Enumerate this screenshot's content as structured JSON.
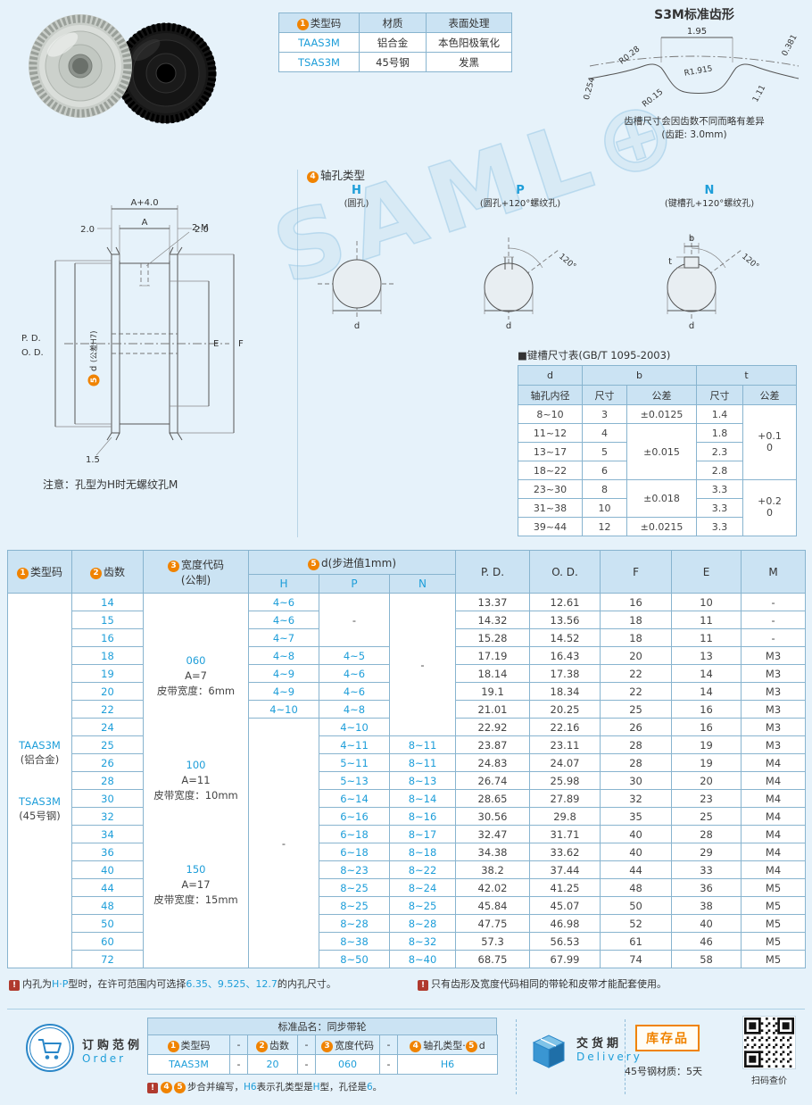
{
  "watermark": "SAML⊕",
  "top_table": {
    "headers": [
      [
        {
          "c": "cnum",
          "t": "1"
        },
        {
          "t": "类型码"
        }
      ],
      [
        {
          "t": "材质"
        }
      ],
      [
        {
          "t": "表面处理"
        }
      ]
    ],
    "rows": [
      [
        {
          "t": "TAAS3M",
          "c": "blue"
        },
        {
          "t": "铝合金"
        },
        {
          "t": "本色阳极氧化"
        }
      ],
      [
        {
          "t": "TSAS3M",
          "c": "blue"
        },
        {
          "t": "45号钢"
        },
        {
          "t": "发黑"
        }
      ]
    ]
  },
  "tooth_profile": {
    "title": "S3M标准齿形",
    "labels": {
      "w": "1.95",
      "tr": "0.381",
      "l": "0.254",
      "r028": "R0.28",
      "r1915": "R1.915",
      "r015": "R0.15",
      "v111": "1.11"
    },
    "note1": "齿槽尺寸会因齿数不同而略有差异",
    "note2": "(齿距: 3.0mm)"
  },
  "drawing": {
    "dims": {
      "a4": "A+4.0",
      "a": "A",
      "l2": "2.0",
      "r2": "2.0",
      "m2": "2-M",
      "pd": "P. D.",
      "od": "O. D.",
      "e": "E",
      "f": "F",
      "b15": "1.5",
      "num5": "5",
      "d": "d",
      "tol": "(公差H7)"
    },
    "note": "注意：孔型为H时无螺纹孔M"
  },
  "shaft_holes": {
    "title": [
      {
        "c": "cnum",
        "t": "4"
      },
      {
        "t": "轴孔类型"
      }
    ],
    "items": [
      {
        "letter": "H",
        "desc": "(圆孔)",
        "d": "d"
      },
      {
        "letter": "P",
        "desc": "(圆孔+120°螺纹孔)",
        "d": "d",
        "angle": "120°"
      },
      {
        "letter": "N",
        "desc": "(键槽孔+120°螺纹孔)",
        "d": "d",
        "angle": "120°",
        "b": "b",
        "t": "t"
      }
    ]
  },
  "keyway": {
    "title": "■键槽尺寸表(GB/T 1095-2003)",
    "h1": {
      "d": "d",
      "b": "b",
      "t": "t"
    },
    "h2": {
      "d": "轴孔内径",
      "size1": "尺寸",
      "tol1": "公差",
      "size2": "尺寸",
      "tol2": "公差"
    },
    "rows": [
      {
        "d": "8~10",
        "b": "3",
        "t": "1.4"
      },
      {
        "d": "11~12",
        "b": "4",
        "t": "1.8"
      },
      {
        "d": "13~17",
        "b": "5",
        "t": "2.3"
      },
      {
        "d": "18~22",
        "b": "6",
        "t": "2.8"
      },
      {
        "d": "23~30",
        "b": "8",
        "t": "3.3"
      },
      {
        "d": "31~38",
        "b": "10",
        "t": "3.3"
      },
      {
        "d": "39~44",
        "b": "12",
        "t": "3.3"
      }
    ],
    "b_tol": [
      {
        "start": 0,
        "span": 1,
        "text": "±0.0125"
      },
      {
        "start": 1,
        "span": 3,
        "text": "±0.015"
      },
      {
        "start": 4,
        "span": 2,
        "text": "±0.018"
      },
      {
        "start": 6,
        "span": 1,
        "text": "±0.0215"
      }
    ],
    "t_tol": [
      {
        "start": 0,
        "span": 4,
        "text": "+0.1\n0"
      },
      {
        "start": 4,
        "span": 3,
        "text": "+0.2\n0"
      }
    ]
  },
  "main_table": {
    "header": {
      "type": [
        {
          "c": "cnum",
          "t": "1"
        },
        {
          "t": "类型码"
        }
      ],
      "teeth": [
        {
          "c": "cnum",
          "t": "2"
        },
        {
          "t": "齿数"
        }
      ],
      "width1": [
        {
          "c": "cnum",
          "t": "3"
        },
        {
          "t": "宽度代码"
        }
      ],
      "width2": "(公制)",
      "d": [
        {
          "c": "cnum",
          "t": "5"
        },
        {
          "t": "d(步进值1mm)"
        }
      ],
      "sub": [
        "H",
        "P",
        "N"
      ],
      "pd": "P. D.",
      "od": "O. D.",
      "f": "F",
      "e": "E",
      "m": "M"
    },
    "type_groups": [
      {
        "code": "TAAS3M",
        "mat": "(铝合金)"
      },
      {
        "code": "TSAS3M",
        "mat": "(45号钢)"
      }
    ],
    "width_groups": [
      {
        "code": "060",
        "a": "A=7",
        "belt": "皮带宽度：6mm"
      },
      {
        "code": "100",
        "a": "A=11",
        "belt": "皮带宽度：10mm"
      },
      {
        "code": "150",
        "a": "A=17",
        "belt": "皮带宽度：15mm"
      }
    ],
    "merges": [
      {
        "col": "p",
        "start": 0,
        "span": 3,
        "text": "-"
      },
      {
        "col": "n",
        "start": 0,
        "span": 8,
        "text": "-"
      },
      {
        "col": "h",
        "start": 7,
        "span": 14,
        "text": "-"
      }
    ],
    "rows": [
      {
        "teeth": "14",
        "h": "4~6",
        "pd": "13.37",
        "od": "12.61",
        "f": "16",
        "e": "10",
        "m": "-"
      },
      {
        "teeth": "15",
        "h": "4~6",
        "pd": "14.32",
        "od": "13.56",
        "f": "18",
        "e": "11",
        "m": "-"
      },
      {
        "teeth": "16",
        "h": "4~7",
        "pd": "15.28",
        "od": "14.52",
        "f": "18",
        "e": "11",
        "m": "-"
      },
      {
        "teeth": "18",
        "h": "4~8",
        "p": "4~5",
        "pd": "17.19",
        "od": "16.43",
        "f": "20",
        "e": "13",
        "m": "M3"
      },
      {
        "teeth": "19",
        "h": "4~9",
        "p": "4~6",
        "pd": "18.14",
        "od": "17.38",
        "f": "22",
        "e": "14",
        "m": "M3"
      },
      {
        "teeth": "20",
        "h": "4~9",
        "p": "4~6",
        "pd": "19.1",
        "od": "18.34",
        "f": "22",
        "e": "14",
        "m": "M3"
      },
      {
        "teeth": "22",
        "h": "4~10",
        "p": "4~8",
        "pd": "21.01",
        "od": "20.25",
        "f": "25",
        "e": "16",
        "m": "M3"
      },
      {
        "teeth": "24",
        "p": "4~10",
        "pd": "22.92",
        "od": "22.16",
        "f": "26",
        "e": "16",
        "m": "M3"
      },
      {
        "teeth": "25",
        "p": "4~11",
        "n": "8~11",
        "pd": "23.87",
        "od": "23.11",
        "f": "28",
        "e": "19",
        "m": "M3"
      },
      {
        "teeth": "26",
        "p": "5~11",
        "n": "8~11",
        "pd": "24.83",
        "od": "24.07",
        "f": "28",
        "e": "19",
        "m": "M4"
      },
      {
        "teeth": "28",
        "p": "5~13",
        "n": "8~13",
        "pd": "26.74",
        "od": "25.98",
        "f": "30",
        "e": "20",
        "m": "M4"
      },
      {
        "teeth": "30",
        "p": "6~14",
        "n": "8~14",
        "pd": "28.65",
        "od": "27.89",
        "f": "32",
        "e": "23",
        "m": "M4"
      },
      {
        "teeth": "32",
        "p": "6~16",
        "n": "8~16",
        "pd": "30.56",
        "od": "29.8",
        "f": "35",
        "e": "25",
        "m": "M4"
      },
      {
        "teeth": "34",
        "p": "6~18",
        "n": "8~17",
        "pd": "32.47",
        "od": "31.71",
        "f": "40",
        "e": "28",
        "m": "M4"
      },
      {
        "teeth": "36",
        "p": "6~18",
        "n": "8~18",
        "pd": "34.38",
        "od": "33.62",
        "f": "40",
        "e": "29",
        "m": "M4"
      },
      {
        "teeth": "40",
        "p": "8~23",
        "n": "8~22",
        "pd": "38.2",
        "od": "37.44",
        "f": "44",
        "e": "33",
        "m": "M4"
      },
      {
        "teeth": "44",
        "p": "8~25",
        "n": "8~24",
        "pd": "42.02",
        "od": "41.25",
        "f": "48",
        "e": "36",
        "m": "M5"
      },
      {
        "teeth": "48",
        "p": "8~25",
        "n": "8~25",
        "pd": "45.84",
        "od": "45.07",
        "f": "50",
        "e": "38",
        "m": "M5"
      },
      {
        "teeth": "50",
        "p": "8~28",
        "n": "8~28",
        "pd": "47.75",
        "od": "46.98",
        "f": "52",
        "e": "40",
        "m": "M5"
      },
      {
        "teeth": "60",
        "p": "8~38",
        "n": "8~32",
        "pd": "57.3",
        "od": "56.53",
        "f": "61",
        "e": "46",
        "m": "M5"
      },
      {
        "teeth": "72",
        "p": "8~50",
        "n": "8~40",
        "pd": "68.75",
        "od": "67.99",
        "f": "74",
        "e": "58",
        "m": "M5"
      }
    ]
  },
  "notes": {
    "left": [
      {
        "c": "bang",
        "t": "!"
      },
      {
        "t": "内孔为"
      },
      {
        "c": "blue",
        "t": "H·P"
      },
      {
        "t": "型时，在许可范围内可选择"
      },
      {
        "c": "blue",
        "t": "6.35、9.525、12.7"
      },
      {
        "t": "的内孔尺寸。"
      }
    ],
    "right": [
      {
        "c": "bang",
        "t": "!"
      },
      {
        "t": "只有齿形及宽度代码相同的带轮和皮带才能配套使用。"
      }
    ]
  },
  "order": {
    "cn": "订购范例",
    "en": "Order",
    "band": "标准品名：同步带轮",
    "headers": [
      [
        {
          "c": "cnum",
          "t": "1"
        },
        {
          "t": "类型码"
        }
      ],
      [
        {
          "t": "-"
        }
      ],
      [
        {
          "c": "cnum",
          "t": "2"
        },
        {
          "t": "齿数"
        }
      ],
      [
        {
          "t": "-"
        }
      ],
      [
        {
          "c": "cnum",
          "t": "3"
        },
        {
          "t": "宽度代码"
        }
      ],
      [
        {
          "t": "-"
        }
      ],
      [
        {
          "c": "cnum",
          "t": "4"
        },
        {
          "t": "轴孔类型·"
        },
        {
          "c": "cnum",
          "t": "5"
        },
        {
          "t": "d"
        }
      ]
    ],
    "values": [
      {
        "t": "TAAS3M",
        "c": "blue"
      },
      {
        "t": "-"
      },
      {
        "t": "20",
        "c": "blue"
      },
      {
        "t": "-"
      },
      {
        "t": "060",
        "c": "blue"
      },
      {
        "t": "-"
      },
      {
        "t": "H6",
        "c": "blue"
      }
    ],
    "note": [
      {
        "c": "bang",
        "t": "!"
      },
      {
        "c": "cnum",
        "t": "4"
      },
      {
        "c": "cnum",
        "t": "5"
      },
      {
        "t": "步合并编写，"
      },
      {
        "c": "blue",
        "t": "H6"
      },
      {
        "t": "表示孔类型是"
      },
      {
        "c": "blue",
        "t": "H"
      },
      {
        "t": "型，孔径是"
      },
      {
        "c": "blue",
        "t": "6"
      },
      {
        "t": "。"
      }
    ]
  },
  "delivery": {
    "cn": "交货期",
    "en": "Delivery",
    "stock": "库存品",
    "lead": "45号钢材质：5天",
    "qr_label": "扫码查价"
  }
}
